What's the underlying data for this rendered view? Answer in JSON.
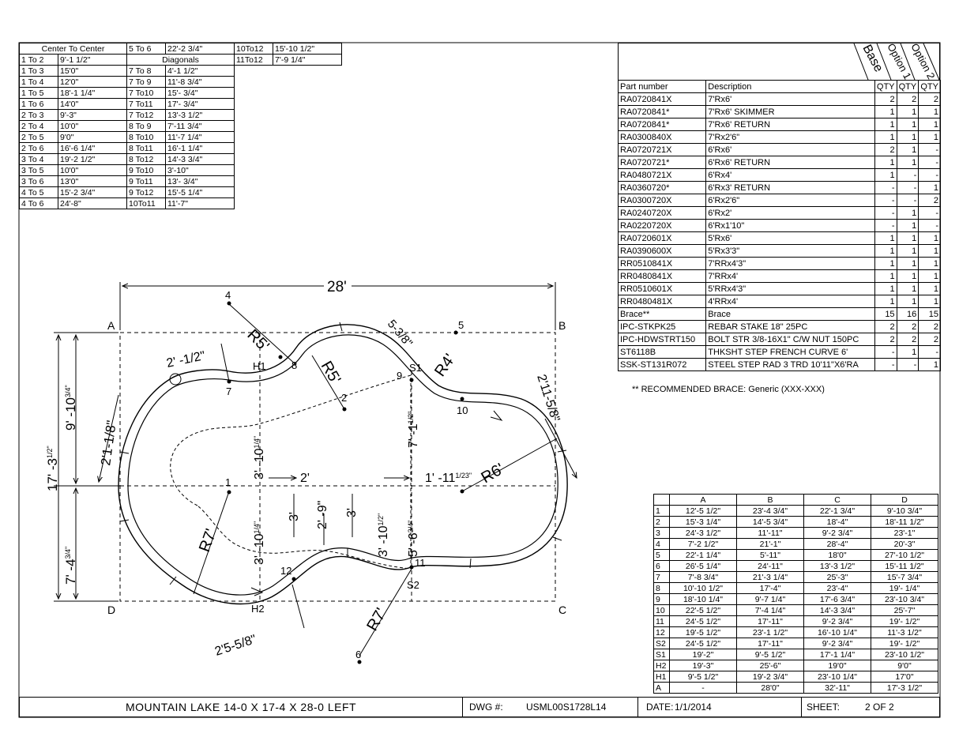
{
  "center_to_center": {
    "header": "Center To Center",
    "col1": [
      [
        "1 To 2",
        "9'-1 1/2\""
      ],
      [
        "1 To 3",
        "15'0\""
      ],
      [
        "1 To 4",
        "12'0\""
      ],
      [
        "1 To 5",
        "18'-1 1/4\""
      ],
      [
        "1 To 6",
        "14'0\""
      ],
      [
        "2 To 3",
        "9'-3\""
      ],
      [
        "2 To 4",
        "10'0\""
      ],
      [
        "2 To 5",
        "9'0\""
      ],
      [
        "2 To 6",
        "16'-6 1/4\""
      ],
      [
        "3 To 4",
        "19'-2 1/2\""
      ],
      [
        "3 To 5",
        "10'0\""
      ],
      [
        "3 To 6",
        "13'0\""
      ],
      [
        "4 To 5",
        "15'-2 3/4\""
      ],
      [
        "4 To 6",
        "24'-8\""
      ]
    ],
    "col2_top": [
      "5 To 6",
      "22'-2 3/4\""
    ],
    "diagonals_label": "Diagonals",
    "col2": [
      [
        "7 To 8",
        "4'-1 1/2\""
      ],
      [
        "7 To 9",
        "11'-8 3/4\""
      ],
      [
        "7 To10",
        "15'- 3/4\""
      ],
      [
        "7 To11",
        "17'- 3/4\""
      ],
      [
        "7 To12",
        "13'-3 1/2\""
      ],
      [
        "8 To 9",
        "7'-11 3/4\""
      ],
      [
        "8 To10",
        "11'-7 1/4\""
      ],
      [
        "8 To11",
        "16'-1 1/4\""
      ],
      [
        "8 To12",
        "14'-3 3/4\""
      ],
      [
        "9 To10",
        "3'-10\""
      ],
      [
        "9 To11",
        "13'- 3/4\""
      ],
      [
        "9 To12",
        "15'-5 1/4\""
      ],
      [
        "10To11",
        "11'-7\""
      ]
    ],
    "col3": [
      [
        "10To12",
        "15'-10 1/2\""
      ],
      [
        "11To12",
        "7'-9 1/4\""
      ]
    ]
  },
  "parts": {
    "option_labels": [
      "Base",
      "Option 1",
      "Option 2"
    ],
    "headers": [
      "Part number",
      "Description",
      "QTY",
      "QTY",
      "QTY"
    ],
    "rows": [
      [
        "RA0720841X",
        "7'Rx6'",
        "2",
        "2",
        "2"
      ],
      [
        "RA0720841*",
        "7'Rx6' SKIMMER",
        "1",
        "1",
        "1"
      ],
      [
        "RA0720841*",
        "7'Rx6' RETURN",
        "1",
        "1",
        "1"
      ],
      [
        "RA0300840X",
        "7'Rx2'6\"",
        "1",
        "1",
        "1"
      ],
      [
        "RA0720721X",
        "6'Rx6'",
        "2",
        "1",
        "-"
      ],
      [
        "RA0720721*",
        "6'Rx6' RETURN",
        "1",
        "1",
        "-"
      ],
      [
        "RA0480721X",
        "6'Rx4'",
        "1",
        "-",
        "-"
      ],
      [
        "RA0360720*",
        "6'Rx3' RETURN",
        "-",
        "-",
        "1"
      ],
      [
        "RA0300720X",
        "6'Rx2'6\"",
        "-",
        "-",
        "2"
      ],
      [
        "RA0240720X",
        "6'Rx2'",
        "-",
        "1",
        "-"
      ],
      [
        "RA0220720X",
        "6'Rx1'10\"",
        "-",
        "1",
        "-"
      ],
      [
        "RA0720601X",
        "5'Rx6'",
        "1",
        "1",
        "1"
      ],
      [
        "RA0390600X",
        "5'Rx3'3\"",
        "1",
        "1",
        "1"
      ],
      [
        "RR0510841X",
        "7'RRx4'3\"",
        "1",
        "1",
        "1"
      ],
      [
        "RR0480841X",
        "7'RRx4'",
        "1",
        "1",
        "1"
      ],
      [
        "RR0510601X",
        "5'RRx4'3\"",
        "1",
        "1",
        "1"
      ],
      [
        "RR0480481X",
        "4'RRx4'",
        "1",
        "1",
        "1"
      ],
      [
        "Brace**",
        "Brace",
        "15",
        "16",
        "15"
      ],
      [
        "IPC-STKPK25",
        "REBAR STAKE 18\" 25PC",
        "2",
        "2",
        "2"
      ],
      [
        "IPC-HDWSTRT150",
        "BOLT STR 3/8-16X1\" C/W NUT 150PC",
        "2",
        "2",
        "2"
      ],
      [
        "ST6118B",
        "THKSHT STEP FRENCH CURVE 6'",
        "-",
        "1",
        "-"
      ],
      [
        "SSK-ST131R072",
        "STEEL STEP RAD 3 TRD 10'11\"X6'RA",
        "-",
        "-",
        "1"
      ]
    ],
    "brace_note": "** RECOMMENDED BRACE:  Generic (XXX-XXX)"
  },
  "coordinates": {
    "headers": [
      "",
      "A",
      "B",
      "C",
      "D"
    ],
    "rows": [
      [
        "1",
        "12'-5 1/2\"",
        "23'-4 3/4\"",
        "22'-1 3/4\"",
        "9'-10 3/4\""
      ],
      [
        "2",
        "15'-3 1/4\"",
        "14'-5 3/4\"",
        "18'-4\"",
        "18'-11 1/2\""
      ],
      [
        "3",
        "24'-3 1/2\"",
        "11'-11\"",
        "9'-2 3/4\"",
        "23'-1\""
      ],
      [
        "4",
        "7'-2 1/2\"",
        "21'-1\"",
        "28'-4\"",
        "20'-3\""
      ],
      [
        "5",
        "22'-1 1/4\"",
        "5'-11\"",
        "18'0\"",
        "27'-10 1/2\""
      ],
      [
        "6",
        "26'-5 1/4\"",
        "24'-11\"",
        "13'-3 1/2\"",
        "15'-11 1/2\""
      ],
      [
        "7",
        "7'-8 3/4\"",
        "21'-3 1/4\"",
        "25'-3\"",
        "15'-7 3/4\""
      ],
      [
        "8",
        "10'-10 1/2\"",
        "17'-4\"",
        "23'-4\"",
        "19'- 1/4\""
      ],
      [
        "9",
        "18'-10 1/4\"",
        "9'-7 1/4\"",
        "17'-6 3/4\"",
        "23'-10 3/4\""
      ],
      [
        "10",
        "22'-5 1/2\"",
        "7'-4 1/4\"",
        "14'-3 3/4\"",
        "25'-7\""
      ],
      [
        "11",
        "24'-5 1/2\"",
        "17'-11\"",
        "9'-2 3/4\"",
        "19'- 1/2\""
      ],
      [
        "12",
        "19'-5 1/2\"",
        "23'-1 1/2\"",
        "16'-10 1/4\"",
        "11'-3 1/2\""
      ],
      [
        "S2",
        "24'-5 1/2\"",
        "17'-11\"",
        "9'-2 3/4\"",
        "19'- 1/2\""
      ],
      [
        "S1",
        "19'-2\"",
        "9'-5 1/2\"",
        "17'-1 1/4\"",
        "23'-10 1/2\""
      ],
      [
        "H2",
        "19'-3\"",
        "25'-6\"",
        "19'0\"",
        "9'0\""
      ],
      [
        "H1",
        "9'-5 1/2\"",
        "19'-2 3/4\"",
        "23'-10 1/4\"",
        "17'0\""
      ],
      [
        "A",
        "-",
        "28'0\"",
        "32'-11\"",
        "17'-3 1/2\""
      ]
    ]
  },
  "drawing": {
    "corners": [
      "A",
      "B",
      "C",
      "D"
    ],
    "points": [
      "1",
      "2",
      "4",
      "5",
      "6",
      "7",
      "8",
      "9",
      "10",
      "11",
      "12",
      "S1",
      "S2",
      "H1",
      "H2"
    ],
    "dims": {
      "overall_length": "28'",
      "overall_width": "17' -3",
      "overall_width_frac": "1/2\"",
      "upper_width": "9' -10",
      "upper_width_frac": "3/4\"",
      "lower_width": "7' -4",
      "lower_width_frac": "3/4\"",
      "left_diag": "2'1-1/8\"",
      "top_left": "2' -1/2\"",
      "r5_a": "R5'",
      "r5_b": "R5'",
      "r4": "R4'",
      "r6": "R6'",
      "r7_a": "R7'",
      "r7_b": "R7'",
      "five_three_eighths": "5-3/8\"",
      "right_diag": "2'11-5/8\"",
      "v1": "3' -10",
      "v1_frac": "1/4\"",
      "v2": "3' -10",
      "v2_frac": "1/4\"",
      "two_ft": "2'",
      "one_eleven": "1' -11",
      "one_eleven_frac": "1/23\"",
      "seven_one_half": "7' -1",
      "seven_frac": "1/2\"",
      "three_a": "3'",
      "two_nine": "2' -9\"",
      "three_b": "3'",
      "three_ten_half": "3' -10",
      "three_ten_frac": "1/2\"",
      "five_six": "5' -6",
      "five_six_frac": "3/4\"",
      "bottom_left": "2'5-5/8\""
    }
  },
  "title_block": {
    "title": "MOUNTAIN LAKE 14-0 X 17-4 X 28-0 LEFT",
    "dwg_label": "DWG #:",
    "dwg_value": "USML00S1728L14",
    "date_label": "DATE:",
    "date_value": "1/1/2014",
    "sheet_label": "SHEET:",
    "sheet_value": "2 OF 2"
  }
}
